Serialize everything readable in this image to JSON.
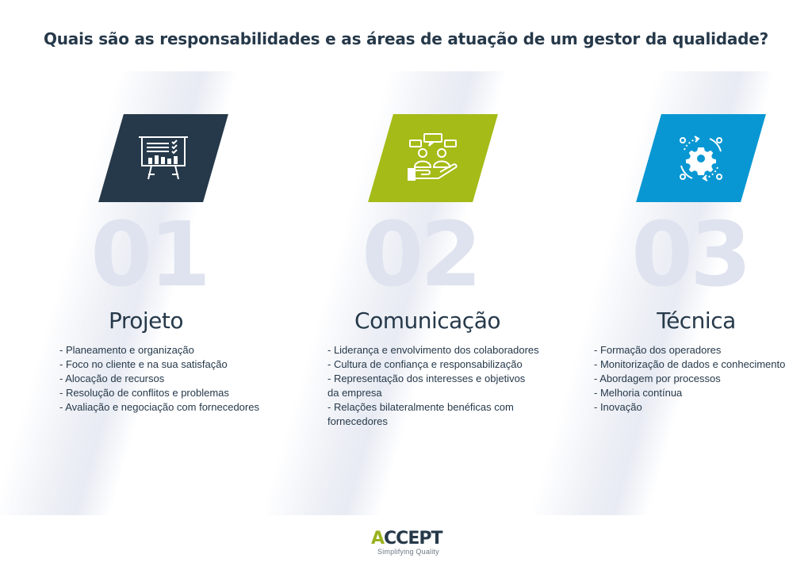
{
  "title": "Quais são as responsabilidades e as áreas de atuação de um gestor da qualidade?",
  "colors": {
    "dark": "#26394a",
    "green": "#a5bb17",
    "blue": "#0897d3",
    "number": "#dfe3ef",
    "text": "#26394a"
  },
  "cards": [
    {
      "number": "01",
      "heading": "Projeto",
      "icon": "presentation-board-icon",
      "items": [
        "- Planeamento e organização",
        "- Foco no cliente e na sua satisfação",
        "- Alocação de recursos",
        "- Resolução de conflitos e problemas",
        "- Avaliação e negociação com fornecedores"
      ]
    },
    {
      "number": "02",
      "heading": "Comunicação",
      "icon": "team-communication-icon",
      "items": [
        "- Liderança e envolvimento dos colaboradores",
        "- Cultura de confiança e responsabilização",
        "- Representação dos interesses e objetivos",
        "da empresa",
        "- Relações bilateralmente benéficas com",
        "fornecedores"
      ]
    },
    {
      "number": "03",
      "heading": "Técnica",
      "icon": "gear-cycle-icon",
      "items": [
        "- Formação dos operadores",
        "- Monitorização de dados e conhecimento",
        "- Abordagem por processos",
        "- Melhoria contínua",
        "- Inovação"
      ]
    }
  ],
  "logo": {
    "brand_accent": "A",
    "brand_rest": "CCEPT",
    "tagline": "Simplifying Quality"
  }
}
